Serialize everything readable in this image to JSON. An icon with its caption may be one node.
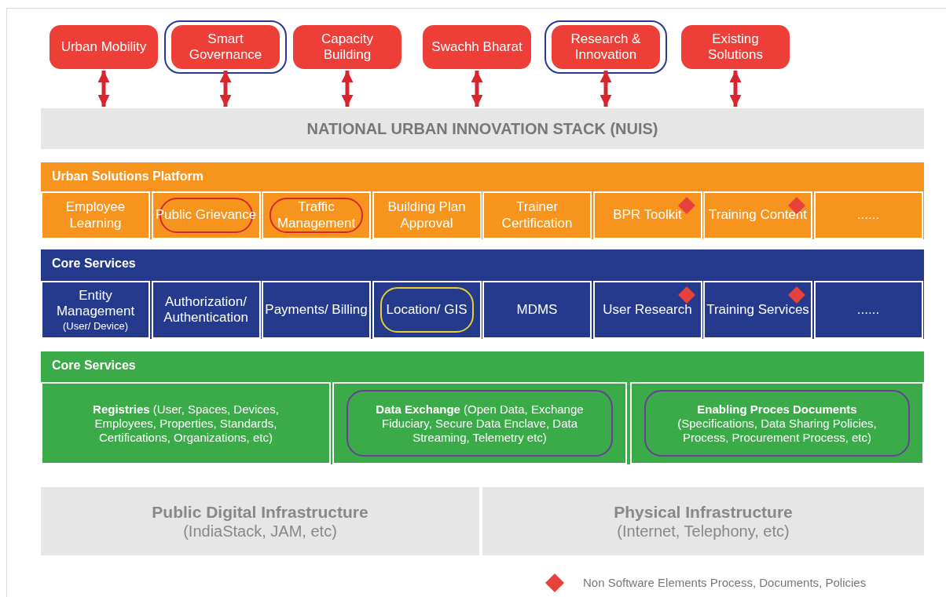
{
  "diagram": {
    "nodes": [
      {
        "text": [
          "Urban Mobility"
        ]
      },
      {
        "text": [
          "Smart Governance"
        ]
      },
      {
        "text": [
          "Capacity Building"
        ]
      },
      {
        "text": [
          "Swachh Bharat"
        ]
      },
      {
        "text": [
          "Research & Innovation"
        ]
      },
      {
        "text": [
          "Existing Solutions"
        ]
      },
      {
        "text": [
          "NATIONAL URBAN INNOVATION STACK (NUIS)"
        ]
      },
      {
        "text": [
          "Urban Solutions Platform"
        ]
      },
      {
        "text": [
          "Employee Learning"
        ],
        "in": 7
      },
      {
        "text": [
          "Public Grievance"
        ],
        "in": 7
      },
      {
        "text": [
          "Traffic Management"
        ],
        "in": 7
      },
      {
        "text": [
          "Building Plan Approval"
        ],
        "in": 7
      },
      {
        "text": [
          "Trainer Certification"
        ],
        "in": 7
      },
      {
        "text": [
          "BPR Toolkit"
        ],
        "in": 7
      },
      {
        "text": [
          "Training Content"
        ],
        "in": 7
      },
      {
        "text": [
          "......"
        ],
        "in": 7
      },
      {
        "text": [
          "Core Services"
        ]
      },
      {
        "text": [
          "Entity Management",
          "(User/ Device)"
        ],
        "in": 16
      },
      {
        "text": [
          "Authorization/ Authentication"
        ],
        "in": 16
      },
      {
        "text": [
          "Payments/ Billing"
        ],
        "in": 16
      },
      {
        "text": [
          "Location/ GIS"
        ],
        "in": 16
      },
      {
        "text": [
          "MDMS"
        ],
        "in": 16
      },
      {
        "text": [
          "User Research"
        ],
        "in": 16
      },
      {
        "text": [
          "Training Services"
        ],
        "in": 16
      },
      {
        "text": [
          "......"
        ],
        "in": 16
      },
      {
        "text": [
          "Core Services"
        ]
      },
      {
        "text": [
          "**Registries** (User, Spaces, Devices, Employees, Properties, Standards, Certifications, Organizations, etc)"
        ],
        "in": 25
      },
      {
        "text": [
          "**Data Exchange** (Open Data, Exchange Fiduciary, Secure Data Enclave, Data Streaming, Telemetry etc)"
        ],
        "in": 25
      },
      {
        "text": [
          "Enabling Proces Documents",
          "(Specifications, Data Sharing Policies, Process, Procurement Process, etc)"
        ],
        "in": 25
      },
      {
        "text": [
          "Public Digital Infrastructure",
          "(IndiaStack, JAM, etc)"
        ]
      },
      {
        "text": [
          "Physical Infrastructure",
          "(Internet, Telephony, etc)"
        ]
      }
    ],
    "edges": [
      {
        "from": 0,
        "to": 6,
        "arrow": "both"
      },
      {
        "from": 1,
        "to": 6,
        "arrow": "both"
      },
      {
        "from": 2,
        "to": 6,
        "arrow": "both"
      },
      {
        "from": 3,
        "to": 6,
        "arrow": "both"
      },
      {
        "from": 4,
        "to": 6,
        "arrow": "both"
      },
      {
        "from": 5,
        "to": 6,
        "arrow": "both"
      }
    ],
    "legend": [
      {
        "text": "Non Software Elements Process, Documents, Policies",
        "color": "#e8403a"
      }
    ]
  }
}
